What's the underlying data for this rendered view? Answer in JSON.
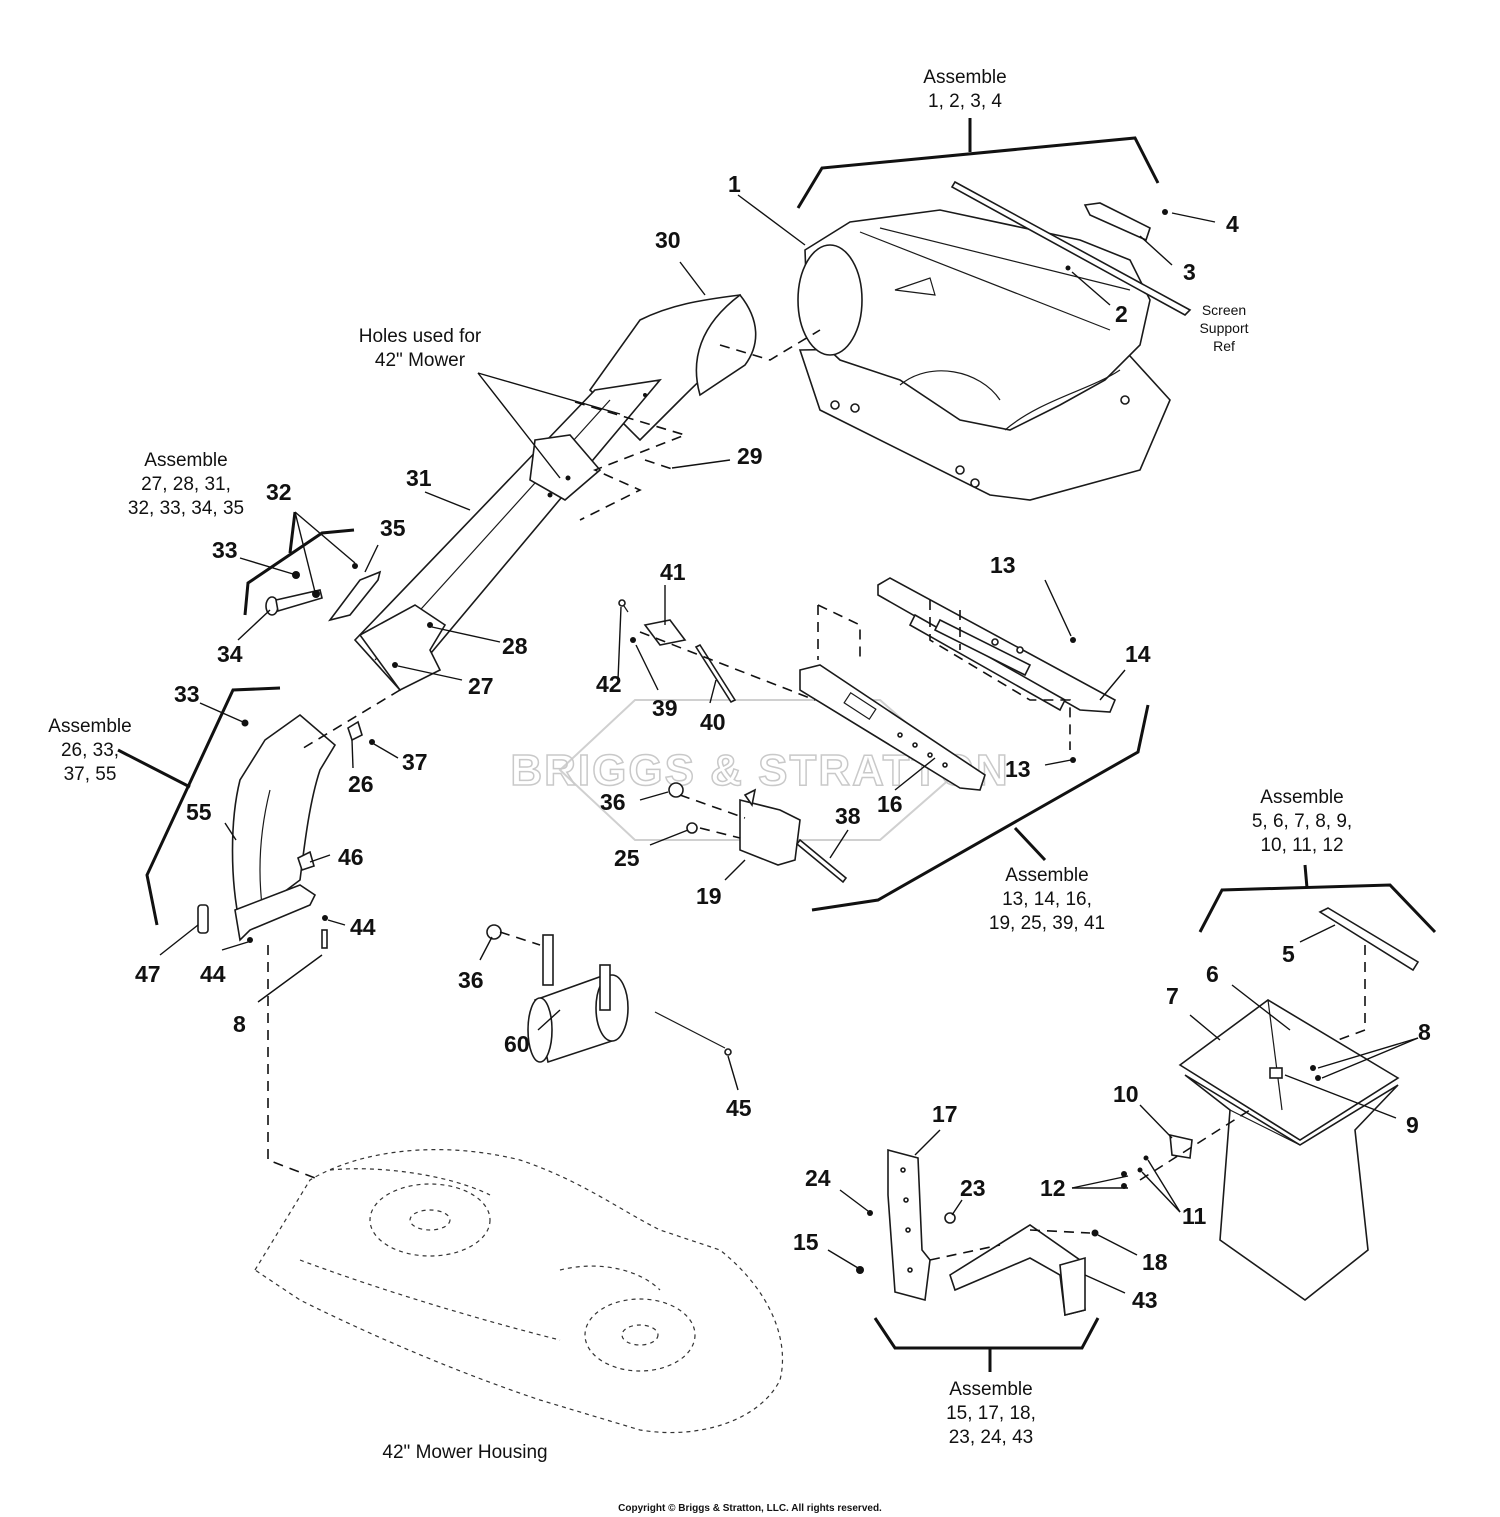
{
  "callouts": [
    {
      "id": "c1",
      "text": "1"
    },
    {
      "id": "c2",
      "text": "2"
    },
    {
      "id": "c3",
      "text": "3"
    },
    {
      "id": "c4",
      "text": "4"
    },
    {
      "id": "c5",
      "text": "5"
    },
    {
      "id": "c6",
      "text": "6"
    },
    {
      "id": "c7",
      "text": "7"
    },
    {
      "id": "c8a",
      "text": "8"
    },
    {
      "id": "c8b",
      "text": "8"
    },
    {
      "id": "c9",
      "text": "9"
    },
    {
      "id": "c10",
      "text": "10"
    },
    {
      "id": "c11",
      "text": "11"
    },
    {
      "id": "c12",
      "text": "12"
    },
    {
      "id": "c13a",
      "text": "13"
    },
    {
      "id": "c13b",
      "text": "13"
    },
    {
      "id": "c14",
      "text": "14"
    },
    {
      "id": "c15",
      "text": "15"
    },
    {
      "id": "c16",
      "text": "16"
    },
    {
      "id": "c17",
      "text": "17"
    },
    {
      "id": "c18",
      "text": "18"
    },
    {
      "id": "c19",
      "text": "19"
    },
    {
      "id": "c23",
      "text": "23"
    },
    {
      "id": "c24",
      "text": "24"
    },
    {
      "id": "c25",
      "text": "25"
    },
    {
      "id": "c26",
      "text": "26"
    },
    {
      "id": "c27",
      "text": "27"
    },
    {
      "id": "c28",
      "text": "28"
    },
    {
      "id": "c29",
      "text": "29"
    },
    {
      "id": "c30",
      "text": "30"
    },
    {
      "id": "c31",
      "text": "31"
    },
    {
      "id": "c32",
      "text": "32"
    },
    {
      "id": "c33a",
      "text": "33"
    },
    {
      "id": "c33b",
      "text": "33"
    },
    {
      "id": "c34",
      "text": "34"
    },
    {
      "id": "c35",
      "text": "35"
    },
    {
      "id": "c36a",
      "text": "36"
    },
    {
      "id": "c36b",
      "text": "36"
    },
    {
      "id": "c37",
      "text": "37"
    },
    {
      "id": "c38",
      "text": "38"
    },
    {
      "id": "c39",
      "text": "39"
    },
    {
      "id": "c40",
      "text": "40"
    },
    {
      "id": "c41",
      "text": "41"
    },
    {
      "id": "c42",
      "text": "42"
    },
    {
      "id": "c43",
      "text": "43"
    },
    {
      "id": "c44a",
      "text": "44"
    },
    {
      "id": "c44b",
      "text": "44"
    },
    {
      "id": "c45",
      "text": "45"
    },
    {
      "id": "c46",
      "text": "46"
    },
    {
      "id": "c47",
      "text": "47"
    },
    {
      "id": "c55",
      "text": "55"
    },
    {
      "id": "c60",
      "text": "60"
    }
  ],
  "notes": {
    "assemble_1_4": [
      "Assemble",
      "1, 2, 3, 4"
    ],
    "screen_support": [
      "Screen",
      "Support",
      "Ref"
    ],
    "holes_42": [
      "Holes used for",
      "42\" Mower"
    ],
    "assemble_27_35": [
      "Assemble",
      "27, 28, 31,",
      "32, 33, 34, 35"
    ],
    "assemble_26_55": [
      "Assemble",
      "26, 33,",
      "37, 55"
    ],
    "assemble_13_41": [
      "Assemble",
      "13, 14, 16,",
      "19, 25, 39, 41"
    ],
    "assemble_5_12": [
      "Assemble",
      "5, 6, 7, 8, 9,",
      "10, 11, 12"
    ],
    "assemble_15_43": [
      "Assemble",
      "15, 17, 18,",
      "23, 24, 43"
    ],
    "mower_housing": "42\" Mower Housing"
  },
  "watermark": "BRIGGS & STRATTON",
  "copyright": "Copyright © Briggs & Stratton, LLC. All rights reserved."
}
